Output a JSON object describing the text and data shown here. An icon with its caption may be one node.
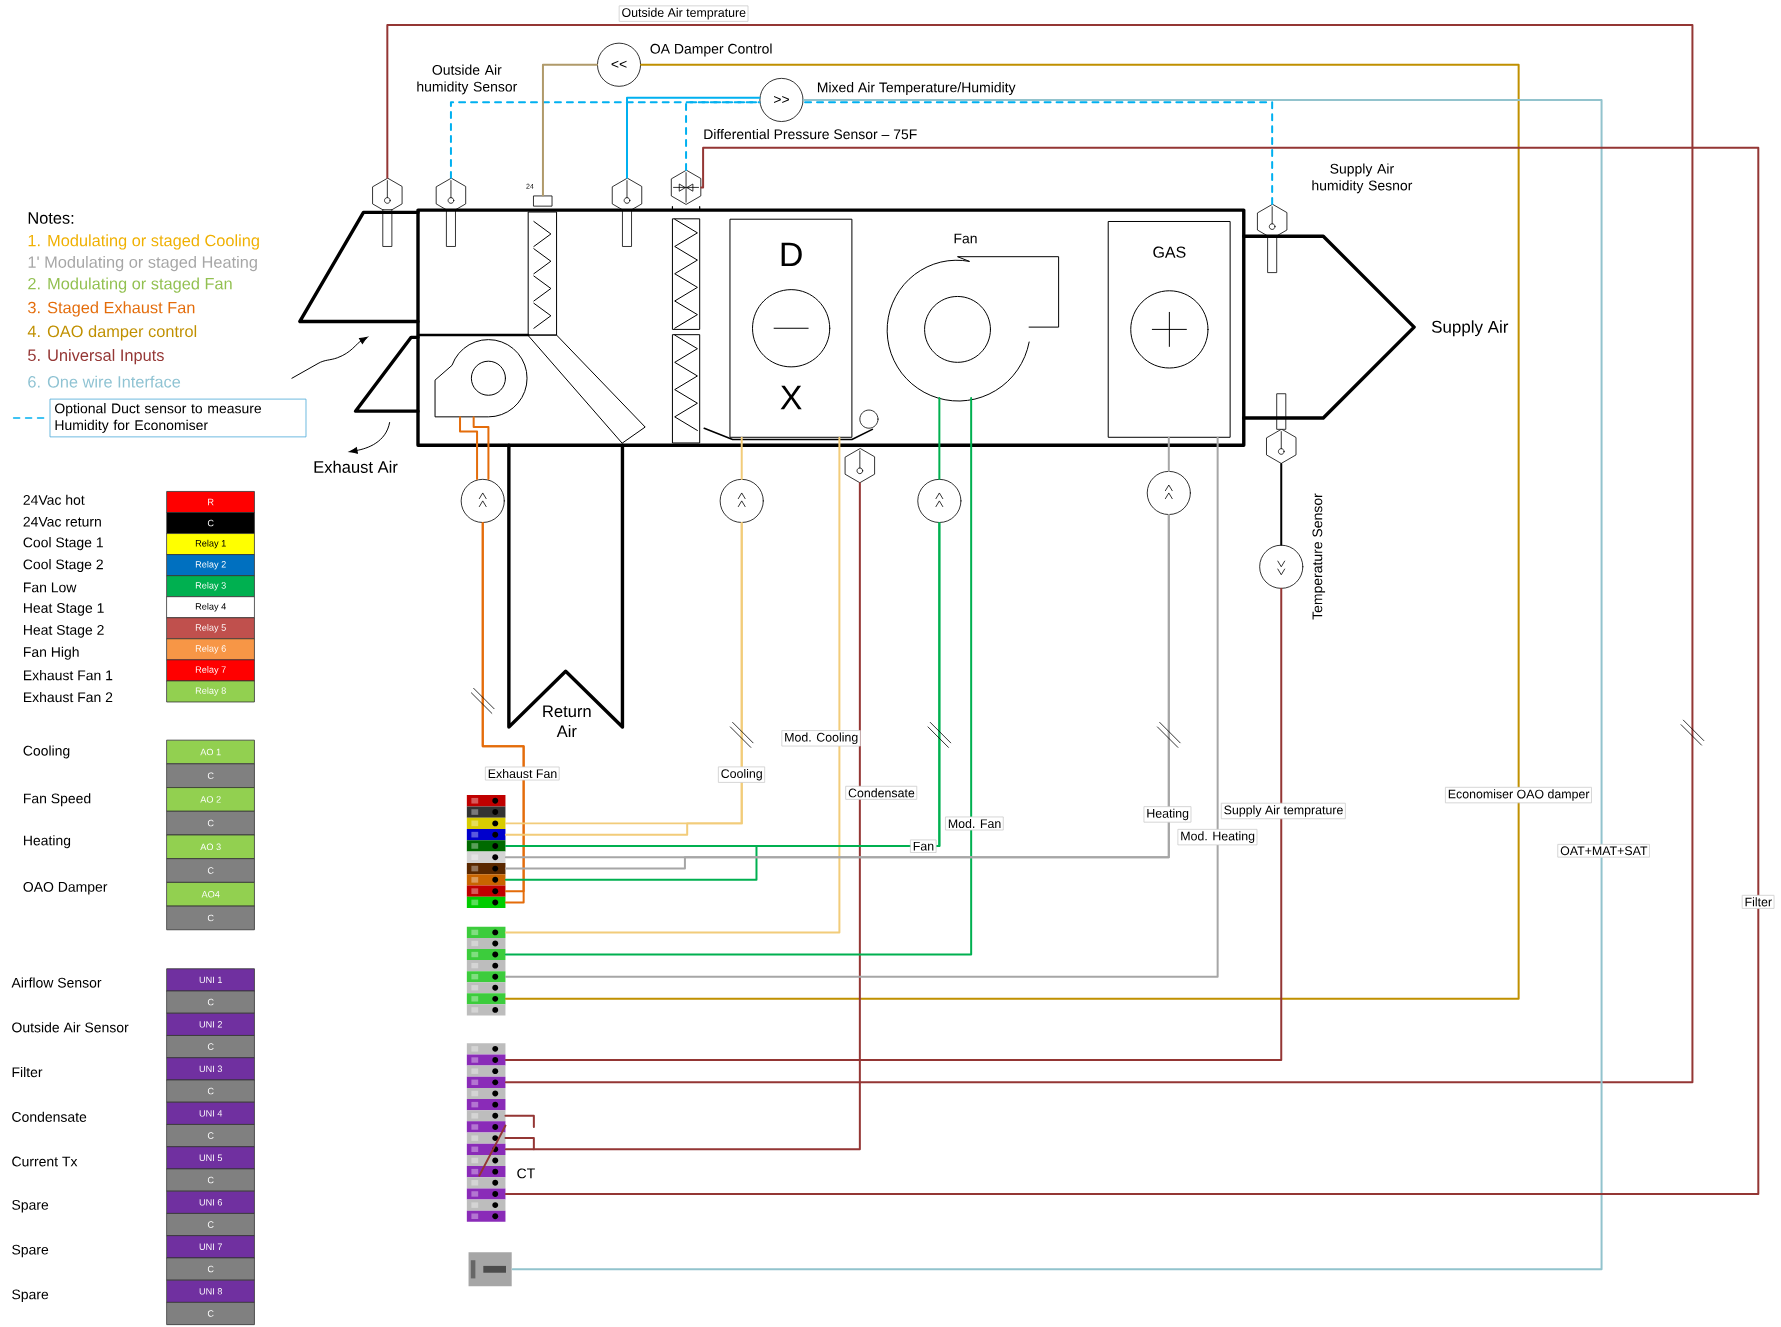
{
  "diagram": {
    "nodes": [
      {
        "text": [],
        "shape": "hexagon"
      },
      {
        "text": [],
        "shape": "hexagon"
      },
      {
        "text": [],
        "shape": "box"
      },
      {
        "text": [
          "<<"
        ],
        "beside": [
          "OA Damper Control"
        ]
      },
      {
        "text": [],
        "shape": "hexagon"
      },
      {
        "text": [
          ">>"
        ],
        "beside": [
          "Mixed Air Temperature/Humidity"
        ]
      },
      {
        "text": [],
        "shape": "hexagon"
      },
      {
        "text": [],
        "shape": "hexagon",
        "beside": [
          "Supply Air humidity Sesnor"
        ]
      },
      {
        "text": [],
        "shape": "box"
      },
      {
        "text": [
          "Fan"
        ],
        "in": 8
      },
      {
        "text": [
          "D",
          "X"
        ],
        "in": 8
      },
      {
        "text": [
          "GAS"
        ],
        "in": 8
      },
      {
        "text": [],
        "shape": "hexagon"
      },
      {
        "text": [],
        "shape": "circle"
      },
      {
        "text": [],
        "shape": "circle"
      },
      {
        "text": [],
        "shape": "hexagon"
      },
      {
        "text": [],
        "shape": "circle"
      },
      {
        "text": [],
        "shape": "circle"
      },
      {
        "text": [],
        "shape": "circle",
        "beside": [
          "Temperature Sensor"
        ]
      },
      {
        "text": [],
        "shape": "picture"
      },
      {
        "text": [],
        "shape": "picture"
      },
      {
        "text": [],
        "shape": "picture"
      },
      {
        "text": [],
        "shape": "picture"
      },
      {
        "text": [
          "R"
        ]
      },
      {
        "text": [
          "C"
        ]
      },
      {
        "text": [
          "Relay 1"
        ]
      },
      {
        "text": [
          "Relay 2"
        ]
      },
      {
        "text": [
          "Relay 3"
        ]
      },
      {
        "text": [
          "Relay 4"
        ]
      },
      {
        "text": [
          "Relay 5"
        ]
      },
      {
        "text": [
          "Relay 6"
        ]
      },
      {
        "text": [
          "Relay 7"
        ]
      },
      {
        "text": [
          "Relay 8"
        ]
      },
      {
        "text": [
          "AO 1"
        ]
      },
      {
        "text": [
          "C"
        ]
      },
      {
        "text": [
          "AO 2"
        ]
      },
      {
        "text": [
          "C"
        ]
      },
      {
        "text": [
          "AO 3"
        ]
      },
      {
        "text": [
          "C"
        ]
      },
      {
        "text": [
          "AO4"
        ]
      },
      {
        "text": [
          "C"
        ]
      },
      {
        "text": [
          "UNI 1"
        ]
      },
      {
        "text": [
          "C"
        ]
      },
      {
        "text": [
          "UNI 2"
        ]
      },
      {
        "text": [
          "C"
        ]
      },
      {
        "text": [
          "UNI 3"
        ]
      },
      {
        "text": [
          "C"
        ]
      },
      {
        "text": [
          "UNI 4"
        ]
      },
      {
        "text": [
          "C"
        ]
      },
      {
        "text": [
          "UNI 5"
        ]
      },
      {
        "text": [
          "C"
        ]
      },
      {
        "text": [
          "UNI 6"
        ]
      },
      {
        "text": [
          "C"
        ]
      },
      {
        "text": [
          "UNI 7"
        ]
      },
      {
        "text": [
          "C"
        ]
      },
      {
        "text": [
          "UNI 8"
        ]
      },
      {
        "text": [
          "C"
        ]
      },
      {
        "text": [],
        "shape": "fan",
        "in": 8
      }
    ],
    "edges": [
      {
        "from": 0,
        "to": 21,
        "arrow": "none",
        "label": "Outside Air temprature",
        "color": "#943634"
      },
      {
        "from": 1,
        "to": 5,
        "arrow": "none",
        "style": "dashed",
        "color": "#00b0f0"
      },
      {
        "from": 2,
        "to": 3,
        "arrow": "none",
        "color": "#b09a6a"
      },
      {
        "from": 3,
        "to": 20,
        "arrow": "none",
        "label": "Economiser OAO damper",
        "color": "#c09000"
      },
      {
        "from": 4,
        "to": 5,
        "arrow": "none",
        "color": "#00b0f0"
      },
      {
        "from": 5,
        "to": 22,
        "arrow": "none",
        "label": "OAT+MAT+SAT",
        "color": "#92c3cd"
      },
      {
        "from": 6,
        "to": 5,
        "arrow": "none",
        "style": "dashed",
        "color": "#00b0f0"
      },
      {
        "from": 6,
        "to": 21,
        "arrow": "none",
        "label": "Filter",
        "color": "#943634"
      },
      {
        "from": 7,
        "to": 5,
        "arrow": "none",
        "style": "dashed",
        "color": "#00b0f0"
      },
      {
        "from": 12,
        "to": 18,
        "arrow": "none",
        "color": "#000000"
      },
      {
        "from": 18,
        "to": 21,
        "arrow": "none",
        "label": "Supply Air temprature",
        "color": "#943634"
      },
      {
        "from": 13,
        "to": 19,
        "arrow": "none",
        "label": "Exhaust Fan",
        "color": "#e46c0a"
      },
      {
        "from": 13,
        "to": 19,
        "arrow": "none",
        "color": "#e46c0a"
      },
      {
        "from": 14,
        "to": 19,
        "arrow": "none",
        "label": "Cooling",
        "color": "#f2cc7a"
      },
      {
        "from": 14,
        "to": 19,
        "arrow": "none",
        "color": "#f2cc7a"
      },
      {
        "from": 10,
        "to": 20,
        "arrow": "none",
        "label": "Mod. Cooling",
        "color": "#f2cc7a"
      },
      {
        "from": 15,
        "to": 21,
        "arrow": "none",
        "label": "Condensate",
        "color": "#943634"
      },
      {
        "from": 16,
        "to": 19,
        "arrow": "none",
        "label": "Fan",
        "color": "#00b050"
      },
      {
        "from": 16,
        "to": 19,
        "arrow": "none",
        "color": "#00b050"
      },
      {
        "from": 9,
        "to": 20,
        "arrow": "none",
        "label": "Mod. Fan",
        "color": "#00b050"
      },
      {
        "from": 17,
        "to": 19,
        "arrow": "none",
        "label": "Heating",
        "color": "#a6a6a6"
      },
      {
        "from": 17,
        "to": 19,
        "arrow": "none",
        "color": "#a6a6a6"
      },
      {
        "from": 11,
        "to": 20,
        "arrow": "none",
        "label": "Mod. Heating",
        "color": "#a6a6a6"
      },
      {
        "from": 14,
        "to": 10,
        "arrow": "none",
        "color": "#f2cc7a"
      },
      {
        "from": 16,
        "to": 9,
        "arrow": "none",
        "color": "#00b050"
      },
      {
        "from": 17,
        "to": 11,
        "arrow": "none",
        "color": "#a6a6a6"
      },
      {
        "from": 57,
        "to": 13,
        "arrow": "none",
        "color": "#e46c0a"
      },
      {
        "from": 57,
        "to": 13,
        "arrow": "none",
        "color": "#e46c0a"
      }
    ],
    "labels": [
      "Notes:",
      "1. Modulating or staged Cooling",
      "1' Modulating or staged Heating",
      "2. Modulating or staged Fan",
      "3. Staged Exhaust Fan",
      "4. OAO damper control",
      "5. Universal Inputs",
      "6. One wire Interface",
      "24",
      "Exhaust Air",
      "Supply Air",
      "Return Air",
      "24Vac hot",
      "24Vac return",
      "Cool Stage 1",
      "Cool Stage 2",
      "Fan Low",
      "Heat Stage 1",
      "Heat Stage 2",
      "Fan High",
      "Exhaust Fan 1",
      "Exhaust Fan 2",
      "Cooling",
      "Fan Speed",
      "Heating",
      "OAO Damper",
      "Airflow Sensor",
      "Outside Air Sensor",
      "Filter",
      "Condensate",
      "Current Tx",
      "Spare",
      "Spare",
      "Spare",
      "CT",
      "Outside Air humidity Sensor",
      "Differential Pressure Sensor – 75F"
    ],
    "legend": [
      {
        "text": "Optional Duct sensor to measure Humidity for Economiser"
      }
    ]
  }
}
